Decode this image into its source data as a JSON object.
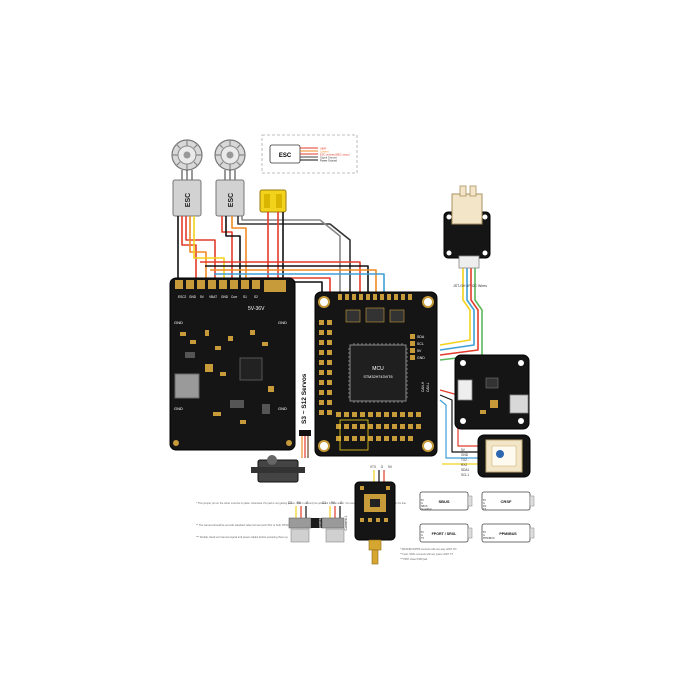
{
  "esc_legend": {
    "label": "ESC",
    "lines": [
      "VBAT",
      "Current",
      "ESC onboard BEC output",
      "Signal Ground",
      "Power Ground"
    ]
  },
  "motors": [
    {
      "esc_label": "ESC"
    },
    {
      "esc_label": "ESC"
    }
  ],
  "power_board": {
    "pads": [
      "ESC2",
      "GND",
      "5V",
      "VBAT",
      "GND",
      "Curr",
      "S1",
      "S2"
    ],
    "silk": {
      "input": "5V-36V",
      "gnd_left": "GND",
      "gnd_right": "GND",
      "gnd_bottom_left": "GND",
      "gnd_bottom_right": "GND"
    },
    "servo_label": "S3 ~ S12 Servos"
  },
  "fc": {
    "mcu": "MCU",
    "mcu_part": "STM32H743VIT6",
    "uart_labels": [
      "SDA",
      "SCL",
      "5V",
      "GND"
    ],
    "can_labels": [
      "CAN-H",
      "CAN-L"
    ]
  },
  "airspeed": {
    "caption": "JST-GH 4P I2C Wires"
  },
  "gps": {
    "pins": [
      "5V",
      "GND",
      "TX2",
      "RX2",
      "SDA1",
      "SCL1"
    ]
  },
  "notes": [
    "* This jumper pin on the silver must be in place, otherwise Vtx pad is not getting power. Now it can only be powered by Camera 2. You can power VTX on other peripherals use Vtx line.",
    "** The camera should be set with standard video format (such PAL or both NTSC)",
    "*** Double check set Camera signal and power cables before powering them up."
  ],
  "cameras": [
    {
      "label": "Camera 2",
      "pins": [
        "C2",
        "9V",
        "G"
      ]
    },
    {
      "label": "Camera 1",
      "pins": [
        "C1",
        "9V",
        "G"
      ]
    }
  ],
  "vtx": {
    "pins": [
      "VTX",
      "G",
      "9V"
    ]
  },
  "receivers": [
    {
      "title": "SBUS",
      "pins": [
        "5V",
        "G",
        "SBUS",
        "SmartPort"
      ]
    },
    {
      "title": "CRSF",
      "pins": [
        "5V",
        "G",
        "RX",
        "TX"
      ]
    },
    {
      "title": "FPORT / SRXL",
      "pins": [
        "5V",
        "G",
        "TX"
      ]
    },
    {
      "title": "PPM/IBUS",
      "pins": [
        "5V",
        "G",
        "PPM/IBUS"
      ]
    }
  ],
  "receiver_notes": [
    "* SBUS/IBUS/PPM connects with one-way UART, RX",
    "** Fport, SRXL connects with any spare UART, TX",
    "*** PPM, share PWM pad"
  ],
  "colors": {
    "board": "#151515",
    "gold": "#c79a3a",
    "red": "#e23b2b",
    "orange": "#f08a24",
    "yellow": "#f3d21b",
    "blue": "#3d9fd8",
    "green": "#5cb85c",
    "black": "#222222",
    "white": "#eeeeee"
  }
}
